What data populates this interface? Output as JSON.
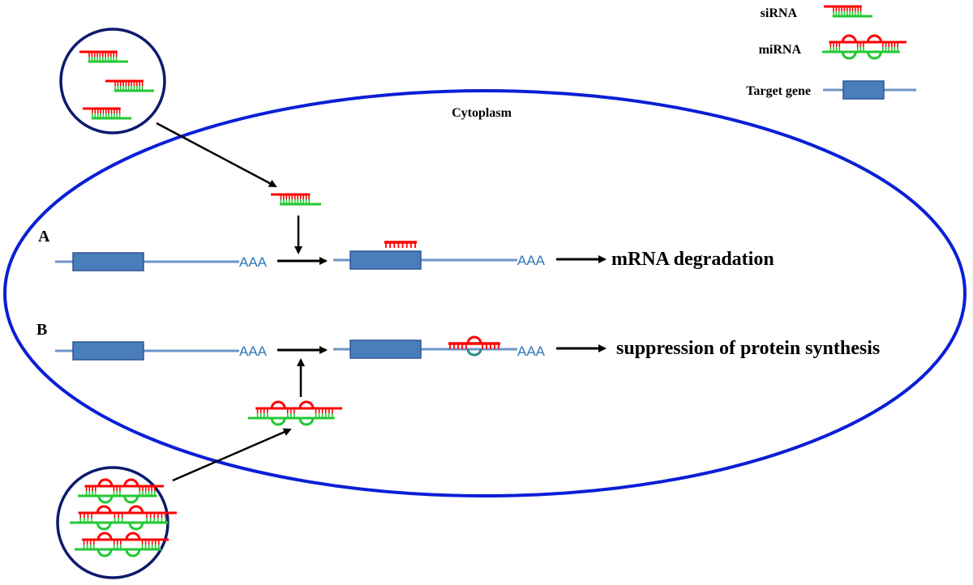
{
  "legend": {
    "sirna_label": "siRNA",
    "mirna_label": "miRNA",
    "target_gene_label": "Target gene"
  },
  "cytoplasm_label": "Cytoplasm",
  "pathway_a": {
    "label": "A",
    "poly_a_left": "AAA",
    "poly_a_right": "AAA",
    "outcome": "mRNA degradation"
  },
  "pathway_b": {
    "label": "B",
    "poly_a_left": "AAA",
    "poly_a_right": "AAA",
    "outcome": "suppression of protein synthesis"
  },
  "colors": {
    "cell_membrane": "#0a1fd6",
    "vesicle_outline": "#0d1a6b",
    "rna_red": "#ff0000",
    "rna_green": "#22c832",
    "gene_box": "#4a7ebb",
    "gene_box_border": "#2f5597",
    "mrna_line": "#6d95c7",
    "poly_a_text": "#2e75b6",
    "arrow": "#000000",
    "bulge_teal": "#2a8c8c"
  }
}
